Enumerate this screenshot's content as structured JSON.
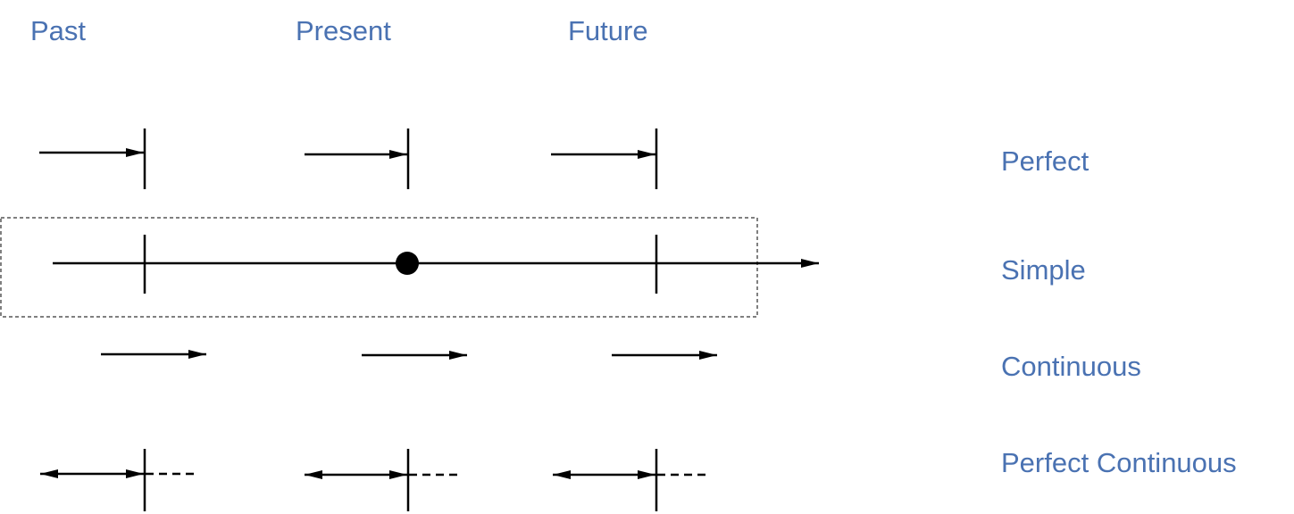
{
  "columns": {
    "past": "Past",
    "present": "Present",
    "future": "Future"
  },
  "rows": {
    "perfect": "Perfect",
    "simple": "Simple",
    "continuous": "Continuous",
    "perfect_continuous": "Perfect Continuous"
  },
  "colors": {
    "label": "#4A72B2",
    "line": "#000000",
    "frame": "#000000"
  }
}
